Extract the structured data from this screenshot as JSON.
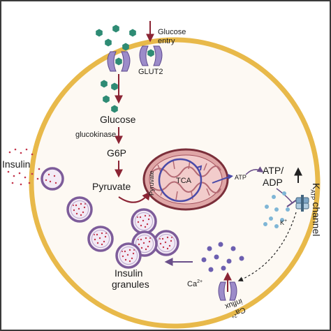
{
  "labels": {
    "glucose_entry_line1": "Glucose",
    "glucose_entry_line2": "entry",
    "glut2": "GLUT2",
    "glucose": "Glucose",
    "glucokinase": "glucokinase",
    "g6p": "G6P",
    "pyruvate": "Pyruvate",
    "pyruvate_mito": "Pyruvate",
    "tca": "TCA",
    "atp": "ATP",
    "atp_adp_line1": "ATP/",
    "atp_adp_line2": "ADP",
    "k": "K",
    "k_plus": "+",
    "katp_k": "K",
    "katp_sub": "ATP",
    "katp_channel": "channel",
    "insulin": "Insulin",
    "insulin_granules_line1": "Insulin",
    "insulin_granules_line2": "granules",
    "ca": "Ca",
    "ca_sup": "2+",
    "influx_ca": "Ca",
    "influx_sup": "2+",
    "influx_word": "influx"
  },
  "colors": {
    "frame": "#3a3a3a",
    "cell_membrane": "#e8b94a",
    "arrow": "#8b2434",
    "glucose_hex": "#2e8b74",
    "transporter": "#9c8bc9",
    "mitochondria_fill": "#dfa6a6",
    "mitochondria_edge": "#7b2f3a",
    "tca_ring": "#4a4aa8",
    "granule_fill": "#f3eaf5",
    "granule_edge": "#7d5c9a",
    "granule_dot": "#c3334a",
    "k_ion": "#7fb6d6",
    "ca_ion": "#6c5fb0",
    "channel": "#7fa6c6"
  },
  "icons": {
    "glucose_molecule": "hexagon-icon",
    "transporter": "glut2-transporter-icon",
    "granule": "insulin-granule-icon",
    "katp_channel": "katp-channel-icon",
    "ca_channel": "calcium-channel-icon",
    "increase_arrow": "up-arrow-icon",
    "inhibition": "inhibition-bar-icon"
  }
}
